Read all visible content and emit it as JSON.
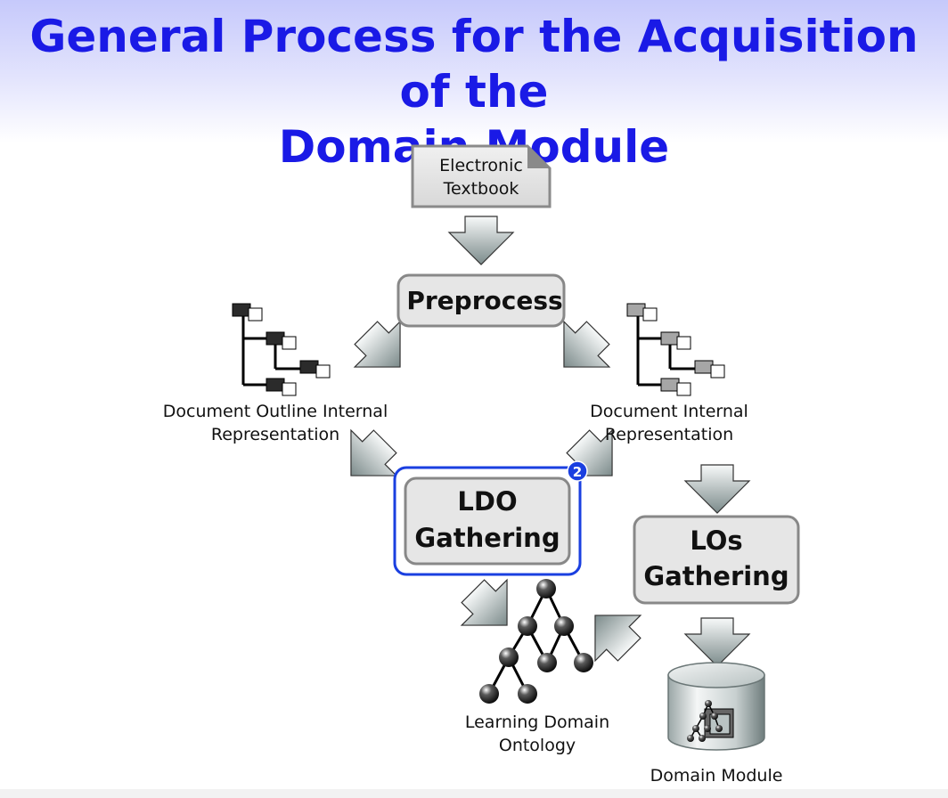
{
  "title_line1": "General Process for the Acquisition of the",
  "title_line2": "Domain Module",
  "nodes": {
    "textbook_line1": "Electronic",
    "textbook_line2": "Textbook",
    "preprocess": "Preprocess",
    "ldo_line1": "LDO",
    "ldo_line2": "Gathering",
    "los_line1": "LOs",
    "los_line2": "Gathering",
    "badge": "2"
  },
  "labels": {
    "outline_line1": "Document Outline Internal",
    "outline_line2": "Representation",
    "internal_line1": "Document Internal",
    "internal_line2": "Representation",
    "ontology_line1": "Learning Domain",
    "ontology_line2": "Ontology",
    "domain_module": "Domain Module"
  },
  "colors": {
    "title": "#1a1ae6",
    "highlight": "#1a3fe0",
    "box_fill": "#e6e6e6",
    "box_stroke": "#888888"
  }
}
